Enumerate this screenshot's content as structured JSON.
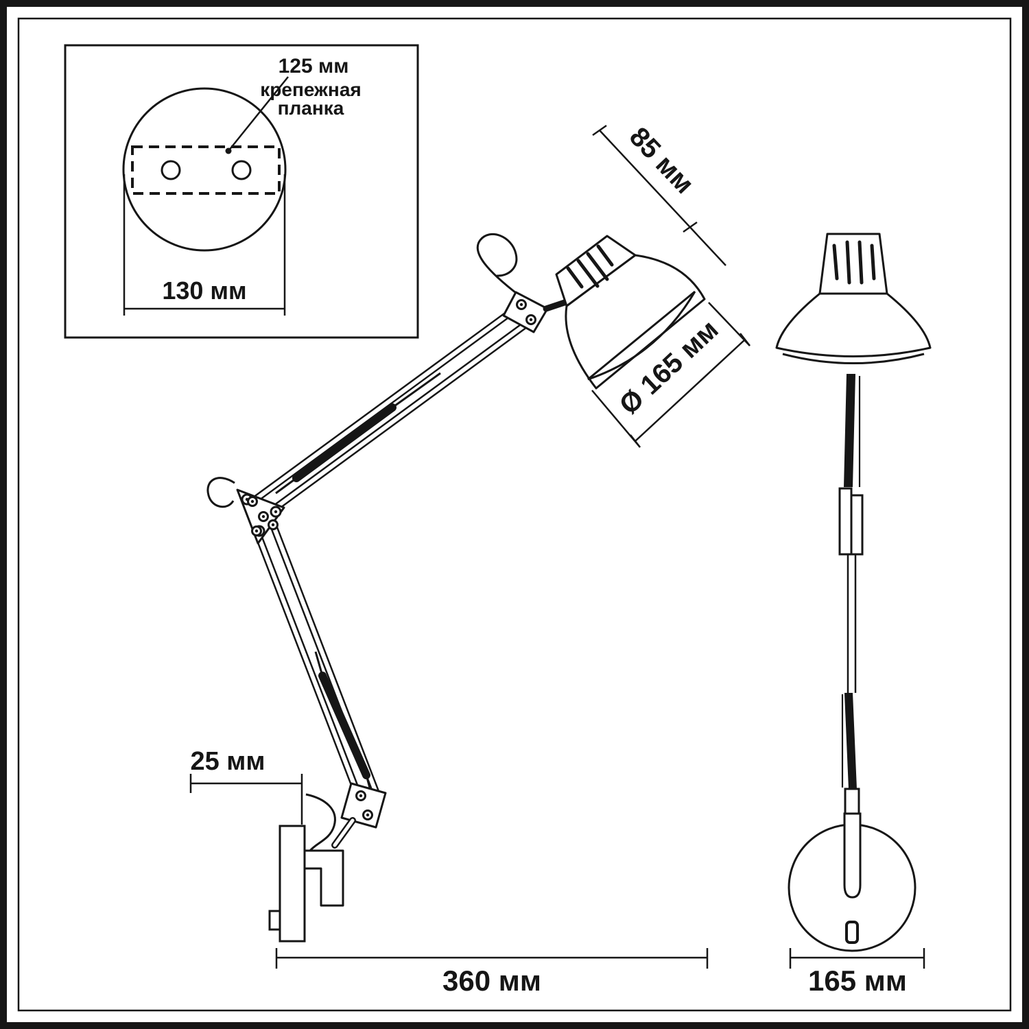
{
  "drawing": {
    "title": "wall-mounted articulated lamp dimensional drawing",
    "inset": {
      "dim_125": "125 мм",
      "bracket_label_1": "крепежная",
      "bracket_label_2": "планка",
      "dim_130": "130 мм"
    },
    "side_view": {
      "dim_85": "85 мм",
      "dim_diameter": "Ø 165 мм",
      "dim_25": "25 мм",
      "dim_360": "360 мм"
    },
    "front_view": {
      "dim_165": "165 мм"
    },
    "colors": {
      "line": "#161616",
      "background": "#ffffff"
    }
  }
}
